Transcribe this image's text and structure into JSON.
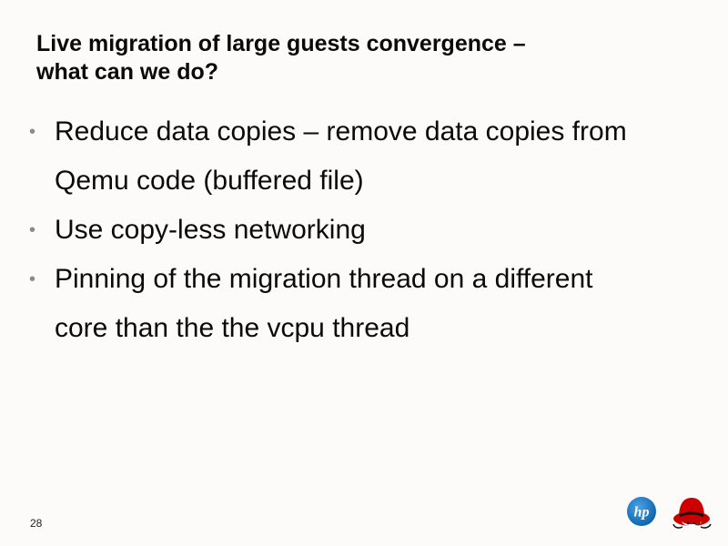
{
  "slide": {
    "title_lines": [
      "Live migration of large guests convergence –",
      "what can we do?"
    ],
    "bullets": [
      {
        "lines": [
          "Reduce data copies – remove data copies from",
          "Qemu code (buffered file)"
        ]
      },
      {
        "lines": [
          "Use copy-less networking"
        ]
      },
      {
        "lines": [
          "Pinning of the migration thread on a different",
          "core than the the vcpu thread"
        ]
      }
    ],
    "bullet_symbol": "•",
    "page_number": "28",
    "logos": {
      "hp": {
        "icon": "hp-logo",
        "text": "hp",
        "color": "#1a6fb8"
      },
      "redhat": {
        "icon": "redhat-logo",
        "color": "#cc0000"
      }
    }
  }
}
